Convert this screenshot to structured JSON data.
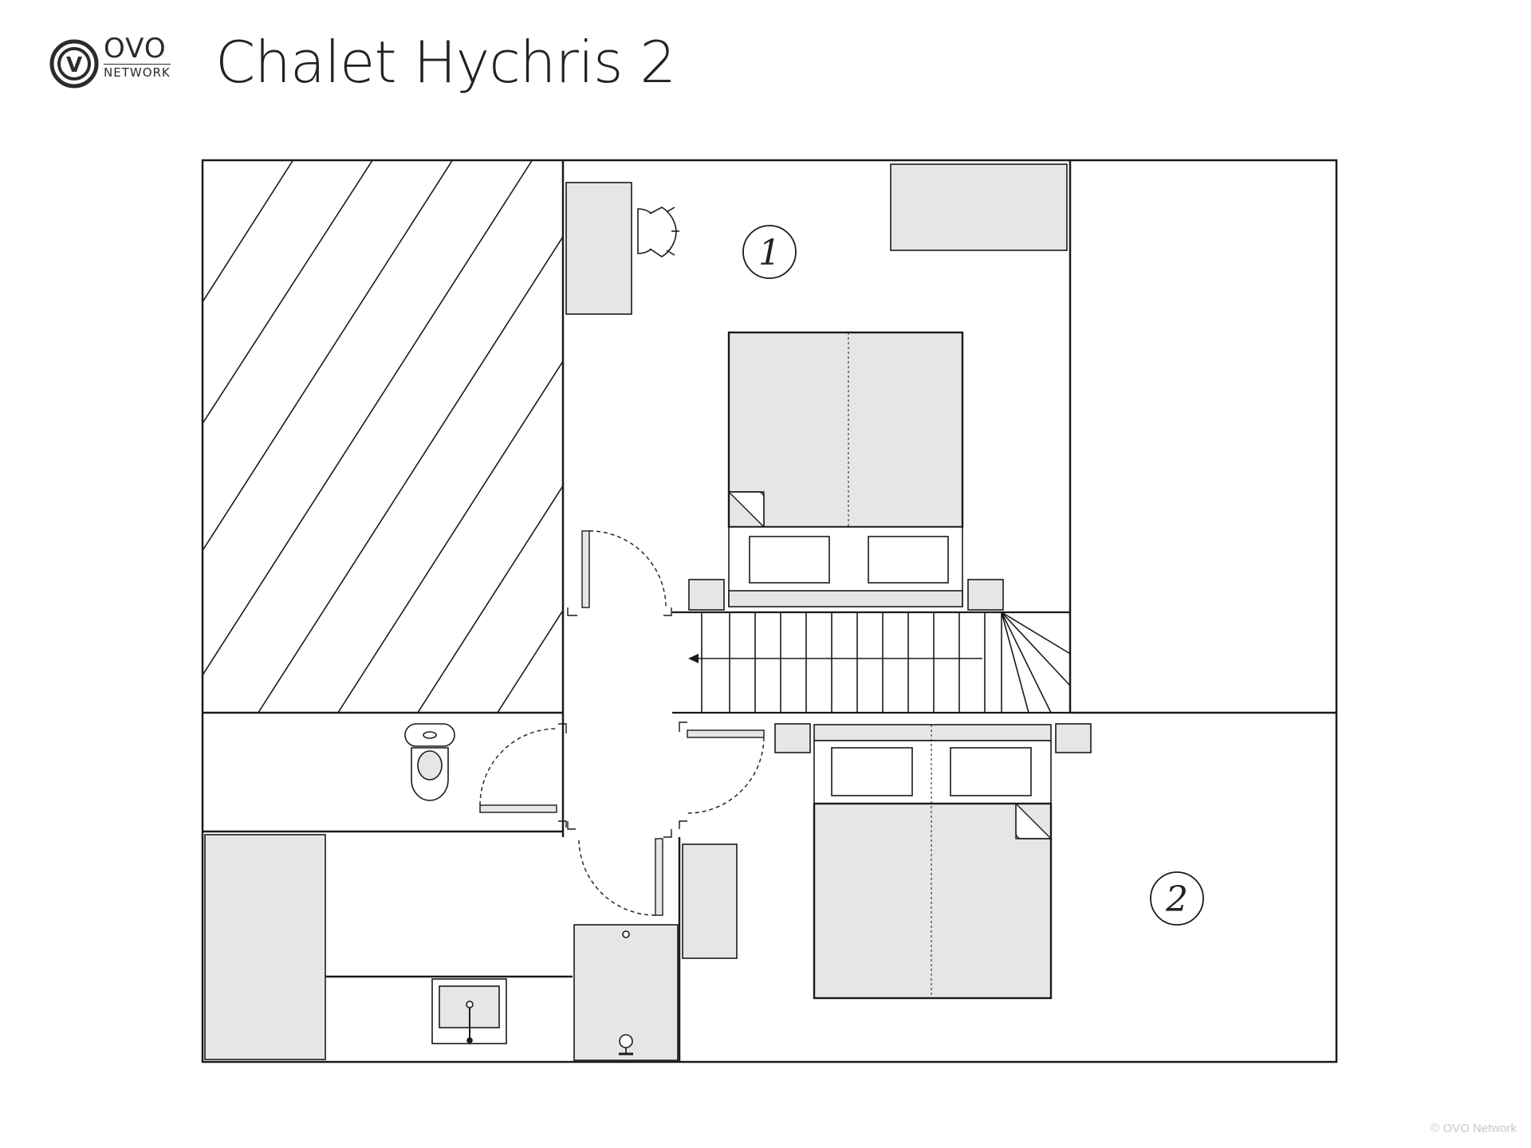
{
  "header": {
    "logo_primary": "OVO",
    "logo_secondary": "NETWORK",
    "logo_mark": "V",
    "title": "Chalet Hychris 2"
  },
  "plan": {
    "rooms": [
      {
        "label": "1",
        "type": "bedroom"
      },
      {
        "label": "2",
        "type": "bedroom"
      }
    ],
    "stair_direction": "left",
    "colors": {
      "wall": "#1a1a1a",
      "furniture_fill": "#e6e6e7",
      "background": "#ffffff"
    }
  },
  "footer": {
    "copyright": "© OVO Network"
  }
}
